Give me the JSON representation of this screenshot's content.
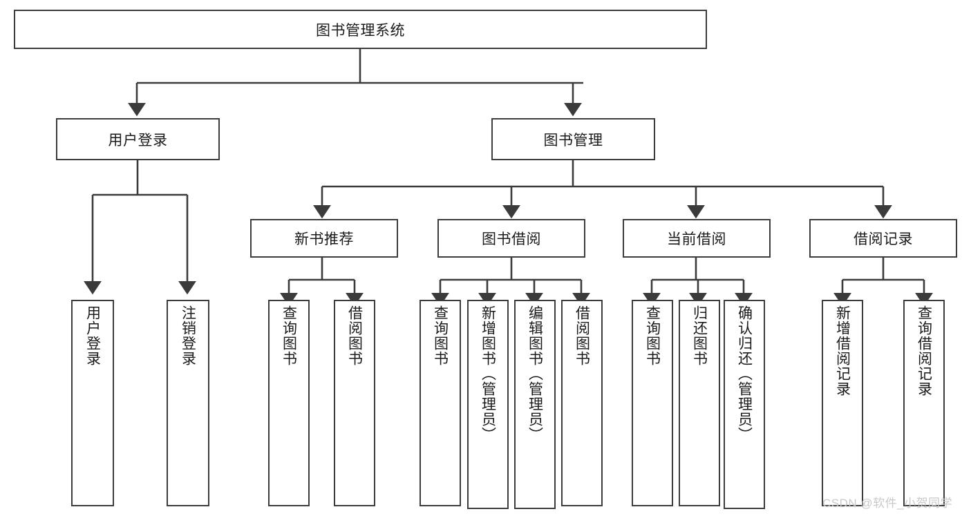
{
  "diagram": {
    "title": "图书管理系统",
    "type": "tree-hierarchy",
    "watermark": "CSDN @软件_小贺同学",
    "colors": {
      "box_border": "#3b3b3b",
      "box_fill": "#ffffff",
      "connector": "#3b3b3b",
      "text": "#1a1a1a",
      "watermark": "#c9c9c9",
      "background": "#ffffff"
    },
    "root": {
      "id": "root",
      "label": "图书管理系统",
      "orientation": "horizontal"
    },
    "level2": [
      {
        "id": "user-login",
        "label": "用户登录",
        "orientation": "horizontal"
      },
      {
        "id": "book-management",
        "label": "图书管理",
        "orientation": "horizontal"
      }
    ],
    "level3": [
      {
        "id": "new-book-recommend",
        "label": "新书推荐",
        "orientation": "horizontal",
        "parent": "book-management"
      },
      {
        "id": "book-borrow",
        "label": "图书借阅",
        "orientation": "horizontal",
        "parent": "book-management"
      },
      {
        "id": "current-borrow",
        "label": "当前借阅",
        "orientation": "horizontal",
        "parent": "book-management"
      },
      {
        "id": "borrow-record",
        "label": "借阅记录",
        "orientation": "horizontal",
        "parent": "book-management"
      }
    ],
    "leaves": [
      {
        "id": "leaf-user-login",
        "label": "用户登录",
        "orientation": "vertical",
        "parent": "user-login"
      },
      {
        "id": "leaf-logout",
        "label": "注销登录",
        "orientation": "vertical",
        "parent": "user-login"
      },
      {
        "id": "leaf-query-book-1",
        "label": "查询图书",
        "orientation": "vertical",
        "parent": "new-book-recommend"
      },
      {
        "id": "leaf-borrow-book-1",
        "label": "借阅图书",
        "orientation": "vertical",
        "parent": "new-book-recommend"
      },
      {
        "id": "leaf-query-book-2",
        "label": "查询图书",
        "orientation": "vertical",
        "parent": "book-borrow"
      },
      {
        "id": "leaf-add-book",
        "label": "新增图书（管理员）",
        "orientation": "vertical",
        "parent": "book-borrow"
      },
      {
        "id": "leaf-edit-book",
        "label": "编辑图书（管理员）",
        "orientation": "vertical",
        "parent": "book-borrow"
      },
      {
        "id": "leaf-borrow-book-2",
        "label": "借阅图书",
        "orientation": "vertical",
        "parent": "book-borrow"
      },
      {
        "id": "leaf-query-book-3",
        "label": "查询图书",
        "orientation": "vertical",
        "parent": "current-borrow"
      },
      {
        "id": "leaf-return-book",
        "label": "归还图书",
        "orientation": "vertical",
        "parent": "current-borrow"
      },
      {
        "id": "leaf-confirm-return",
        "label": "确认归还（管理员）",
        "orientation": "vertical",
        "parent": "current-borrow"
      },
      {
        "id": "leaf-add-record",
        "label": "新增借阅记录",
        "orientation": "vertical",
        "parent": "borrow-record"
      },
      {
        "id": "leaf-query-record",
        "label": "查询借阅记录",
        "orientation": "vertical",
        "parent": "borrow-record"
      }
    ]
  }
}
